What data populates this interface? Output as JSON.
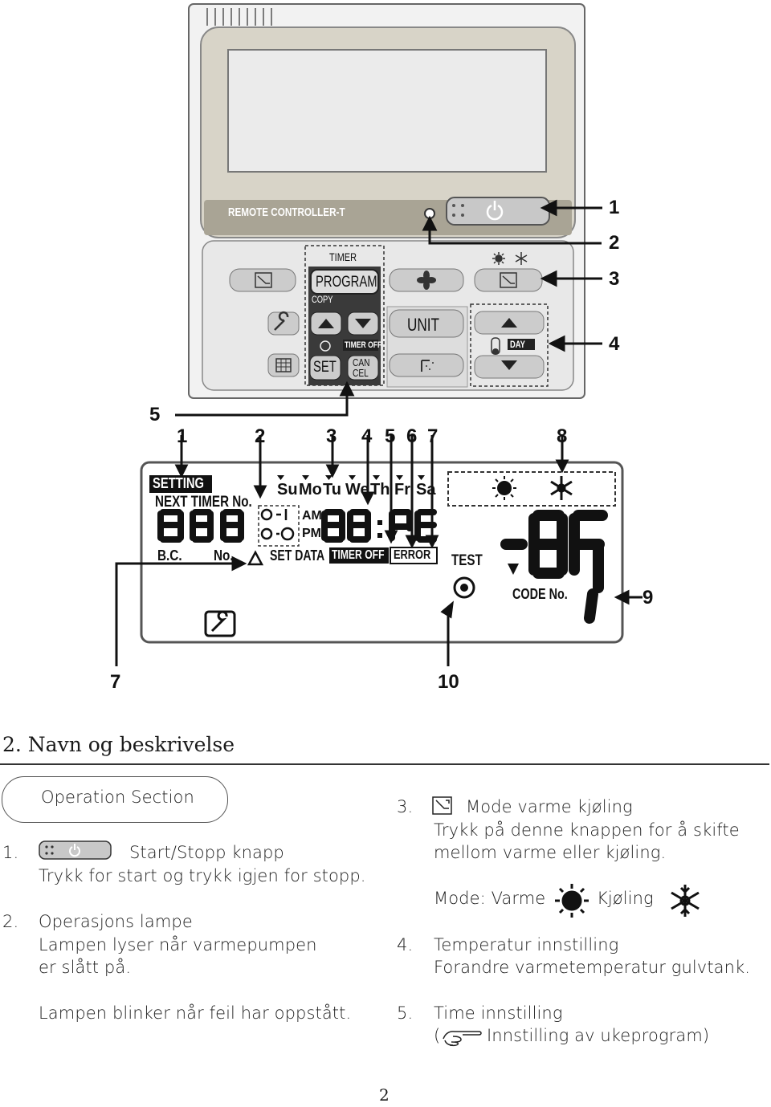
{
  "remote": {
    "brand_label": "REMOTE CONTROLLER-T",
    "timer_label": "TIMER",
    "program_label": "PROGRAM",
    "copy_label": "COPY",
    "timer_off_label": "TIMER OFF",
    "set_label": "SET",
    "cancel_label_1": "CAN",
    "cancel_label_2": "CEL",
    "unit_label": "UNIT",
    "day_label": "DAY"
  },
  "remote_callouts": [
    "1",
    "2",
    "3",
    "4",
    "5"
  ],
  "lcd": {
    "setting_label": "SETTING",
    "next_timer_label": "NEXT TIMER No.",
    "days": [
      "Su",
      "Mo",
      "Tu",
      "We",
      "Th",
      "Fr",
      "Sa"
    ],
    "am_label": "AM",
    "pm_label": "PM",
    "rc_label": "B.C.",
    "no_label": "No.",
    "set_data_label": "SET DATA",
    "timer_off_label": "TIMER OFF",
    "error_label": "ERROR",
    "test_label": "TEST",
    "code_no_label": "CODE No."
  },
  "lcd_callouts_top": [
    "1",
    "2",
    "3",
    "4",
    "5",
    "6",
    "7",
    "8"
  ],
  "lcd_callouts_other": {
    "c9": "9",
    "c7": "7",
    "c10": "10"
  },
  "section": {
    "heading": "2. Navn og beskrivelse",
    "tab_label": "Operation Section"
  },
  "left_items": {
    "item1_num": "1.",
    "item1_title": "Start/Stopp knapp",
    "item1_desc": "Trykk for start og trykk igjen for stopp.",
    "item2_num": "2.",
    "item2_title": "Operasjons lampe",
    "item2_desc1": "Lampen lyser når varmepumpen",
    "item2_desc2": "er slått på.",
    "item2_desc3": "Lampen blinker når feil har oppstått."
  },
  "right_items": {
    "item3_num": "3.",
    "item3_title": "Mode varme kjøling",
    "item3_desc1": "Trykk på denne knappen for å skifte",
    "item3_desc2": "mellom varme eller kjøling.",
    "mode_label": "Mode: Varme",
    "cool_label": "Kjøling",
    "item4_num": "4.",
    "item4_title": "Temperatur innstilling",
    "item4_desc": "Forandre varmetemperatur gulvtank.",
    "item5_num": "5.",
    "item5_title": "Time innstilling",
    "item5_open": "(",
    "item5_desc": "Innstilling av ukeprogram)"
  },
  "page_number": "2"
}
